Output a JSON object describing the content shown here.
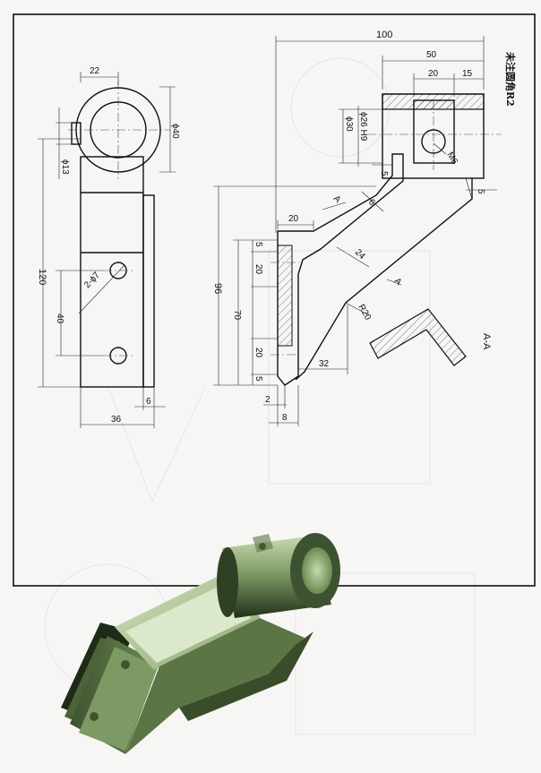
{
  "drawing": {
    "front_view": {
      "dim_width_top": "22",
      "dim_bore": "ϕ40",
      "dim_boss": "ϕ13",
      "dim_height": "120",
      "dim_hole_spacing": "40",
      "dim_holes": "2-ϕ7",
      "dim_rib": "6",
      "dim_base_width": "36"
    },
    "side_view": {
      "dim_overall": "100",
      "dim_50": "50",
      "dim_20": "20",
      "dim_15": "15",
      "dim_bore_h9": "ϕ26 H9",
      "dim_boss_dia": "ϕ30",
      "dim_thread": "M6",
      "dim_5_a": "5",
      "dim_5_b": "5",
      "dim_6": "6",
      "dim_flange": "20",
      "dim_arm": "24",
      "dim_96": "96",
      "dim_70": "70",
      "dim_20_upper": "20",
      "dim_20_lower": "20",
      "dim_5_top": "5",
      "dim_5_bottom": "5",
      "dim_radius": "R20",
      "dim_32": "32",
      "dim_2": "2",
      "dim_8": "8",
      "section_mark_1": "A",
      "section_mark_2": "A"
    },
    "section_label": "A-A",
    "note": "未注圆角R2"
  },
  "colors": {
    "model_body": "#7d9963",
    "model_light": "#bcd3a4",
    "model_dark": "#2e3f22",
    "line": "#111111"
  }
}
